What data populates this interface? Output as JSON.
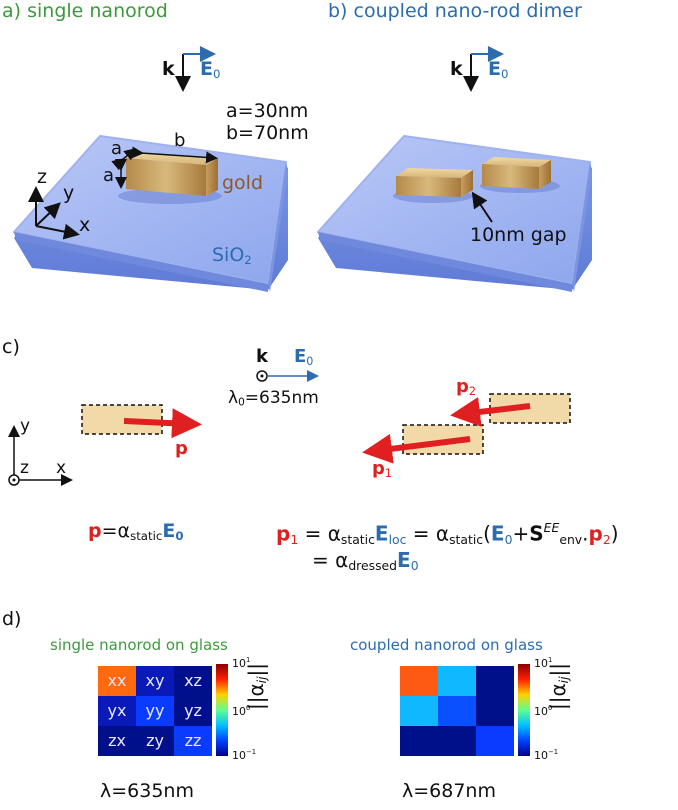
{
  "panel_a": {
    "title": "a) single nanorod",
    "k": "k",
    "E": "E",
    "E_sub": "0",
    "dim_a": "a=30nm",
    "dim_b": "b=70nm",
    "label_a": "a",
    "label_a2": "a",
    "label_b": "b",
    "gold": "gold",
    "axis_x": "x",
    "axis_y": "y",
    "axis_z": "z",
    "substrate": "SiO",
    "substrate_sub": "2"
  },
  "panel_b": {
    "title": "b) coupled nano-rod dimer",
    "k": "k",
    "E": "E",
    "E_sub": "0",
    "gap": "10nm gap"
  },
  "panel_c": {
    "label": "c)",
    "k": "k",
    "E": "E",
    "E_sub": "0",
    "wavelength": "λ",
    "wavelength_sub": "0",
    "wavelength_value": "=635nm",
    "axis_y": "y",
    "axis_z": "z",
    "axis_x": "x",
    "p": "p",
    "p1": "p",
    "p1_sub": "1",
    "p2": "p",
    "p2_sub": "2",
    "eq1": {
      "p": "p",
      "eq": "=α",
      "static": "static",
      "E": "E",
      "zero": "0"
    },
    "eq2": {
      "p": "p",
      "p_sub": "1",
      "part1": " = α",
      "static1": "static",
      "E": "E",
      "loc": "loc",
      "part2": " = α",
      "static2": "static",
      "paren": "(",
      "E0": "E",
      "E0_sub": "0",
      "plus": "+",
      "S": "S",
      "S_sup": "EE",
      "S_sub": "env",
      "dot": ".",
      "p2": "p",
      "p2_sub": "2",
      "close": ")",
      "line2": "= α",
      "dressed": "dressed",
      "E_last": "E",
      "E_last_sub": "0"
    }
  },
  "panel_d": {
    "label": "d)",
    "left_title": "single nanorod on glass",
    "right_title": "coupled nanorod on glass",
    "cells": [
      "xx",
      "xy",
      "xz",
      "yx",
      "yy",
      "yz",
      "zx",
      "zy",
      "zz"
    ],
    "left_colors": [
      "#ff6a10",
      "#0a1ab8",
      "#00108a",
      "#0a1ab8",
      "#0a3cff",
      "#00108a",
      "#00108a",
      "#00108a",
      "#0a3cff"
    ],
    "right_colors": [
      "#ff5a14",
      "#10b8ff",
      "#00108a",
      "#10b8ff",
      "#0a50ff",
      "#00108a",
      "#00108a",
      "#00108a",
      "#0a3cff"
    ],
    "colorbar": {
      "top": "10",
      "top_exp": "1",
      "mid": "10",
      "mid_exp": "0",
      "bot": "10",
      "bot_exp": "−1"
    },
    "cb_label": "||α",
    "cb_label_sub": "ij",
    "cb_label_end": "||",
    "left_lambda": "λ=635nm",
    "right_lambda": "λ=687nm"
  }
}
